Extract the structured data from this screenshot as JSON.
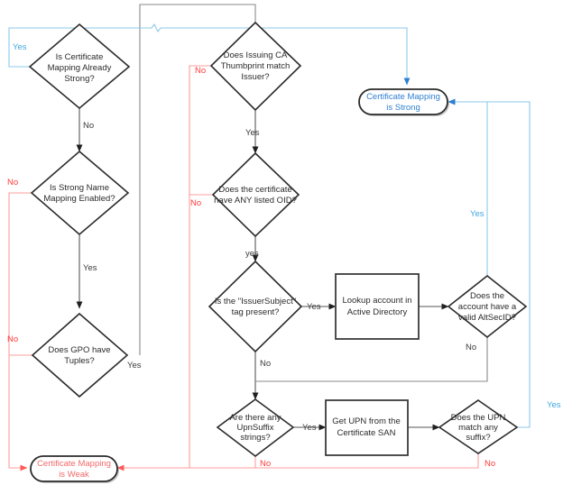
{
  "diagram": {
    "title": "Certificate Mapping Strength Decision Flow",
    "colors": {
      "yes_blue": "#41a6e0",
      "no_red": "#ff3b3b",
      "line_gray": "#8a8a8a",
      "line_red": "#ff9d9d",
      "line_blue": "#8ec8ea",
      "terminator_strong_text": "#2f7fd1",
      "terminator_weak_text": "#f26a6a",
      "node_stroke": "#2b2b2b",
      "node_fill": "#ffffff"
    },
    "nodes": [
      {
        "id": "d1",
        "type": "decision",
        "lines": [
          "Is Certificate",
          "Mapping Already",
          "Strong?"
        ]
      },
      {
        "id": "d2",
        "type": "decision",
        "lines": [
          "Is Strong Name",
          "Mapping Enabled?"
        ]
      },
      {
        "id": "d3",
        "type": "decision",
        "lines": [
          "Does GPO have",
          "Tuples?"
        ]
      },
      {
        "id": "d4",
        "type": "decision",
        "lines": [
          "Does Issuing CA",
          "Thumbprint match",
          "Issuer?"
        ]
      },
      {
        "id": "d5",
        "type": "decision",
        "lines": [
          "Does the certificate",
          "nave ANY listed OID?"
        ]
      },
      {
        "id": "d6",
        "type": "decision",
        "lines": [
          "Is the \"IssuerSubject\"",
          "tag present?"
        ]
      },
      {
        "id": "d7",
        "type": "decision",
        "lines": [
          "Are there any",
          "UpnSuffix",
          "strings?"
        ]
      },
      {
        "id": "p1",
        "type": "process",
        "lines": [
          "Lookup account in",
          "Active Directory"
        ]
      },
      {
        "id": "p2",
        "type": "process",
        "lines": [
          "Get UPN from the",
          "Certificate SAN"
        ]
      },
      {
        "id": "d8",
        "type": "decision",
        "lines": [
          "Does the",
          "account have a",
          "valid AltSecID?"
        ]
      },
      {
        "id": "d9",
        "type": "decision",
        "lines": [
          "Does the UPN",
          "match any",
          "suffix?"
        ]
      },
      {
        "id": "t1",
        "type": "terminator",
        "lines": [
          "Certificate Mapping",
          "is Strong"
        ]
      },
      {
        "id": "t2",
        "type": "terminator",
        "lines": [
          "Certificate Mapping",
          "is Weak"
        ]
      }
    ],
    "edge_labels": [
      {
        "id": "e1",
        "text": "Yes",
        "color": "blue",
        "from": "d1",
        "to": "t1"
      },
      {
        "id": "e2",
        "text": "No",
        "color": "black",
        "from": "d1",
        "to": "d2"
      },
      {
        "id": "e3",
        "text": "No",
        "color": "red",
        "from": "d2",
        "to": "t2"
      },
      {
        "id": "e4",
        "text": "Yes",
        "color": "black",
        "from": "d2",
        "to": "d3"
      },
      {
        "id": "e5",
        "text": "No",
        "color": "red",
        "from": "d3",
        "to": "t2"
      },
      {
        "id": "e6",
        "text": "Yes",
        "color": "black",
        "from": "d3",
        "to": "d4"
      },
      {
        "id": "e7",
        "text": "No",
        "color": "red",
        "from": "d4",
        "to": "t2"
      },
      {
        "id": "e8",
        "text": "Yes",
        "color": "black",
        "from": "d4",
        "to": "d5"
      },
      {
        "id": "e9",
        "text": "No",
        "color": "red",
        "from": "d5",
        "to": "t2"
      },
      {
        "id": "e10",
        "text": "yes",
        "color": "black",
        "from": "d5",
        "to": "d6"
      },
      {
        "id": "e11",
        "text": "Yes",
        "color": "black",
        "from": "d6",
        "to": "p1"
      },
      {
        "id": "e12",
        "text": "No",
        "color": "black",
        "from": "d6",
        "to": "d7"
      },
      {
        "id": "e13",
        "text": "Yes",
        "color": "blue",
        "from": "d8",
        "to": "t1"
      },
      {
        "id": "e14",
        "text": "No",
        "color": "black",
        "from": "d8",
        "to": "d7"
      },
      {
        "id": "e15",
        "text": "Yes",
        "color": "black",
        "from": "d7",
        "to": "p2"
      },
      {
        "id": "e16",
        "text": "No",
        "color": "red",
        "from": "d7",
        "to": "t2"
      },
      {
        "id": "e17",
        "text": "Yes",
        "color": "blue",
        "from": "d9",
        "to": "t1"
      },
      {
        "id": "e18",
        "text": "No",
        "color": "red",
        "from": "d9",
        "to": "t2"
      }
    ]
  }
}
